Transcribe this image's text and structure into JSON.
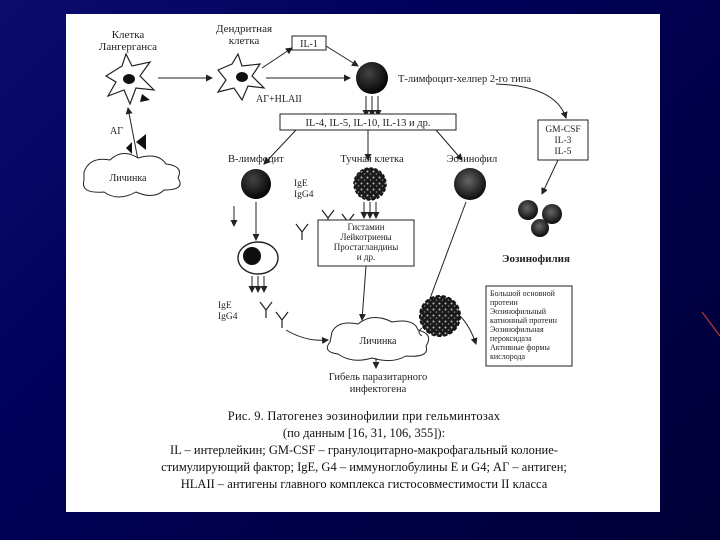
{
  "diagram": {
    "labels": {
      "langerhans": [
        "Клетка",
        "Лангерганса"
      ],
      "dendritic": [
        "Дендритная",
        "клетка"
      ],
      "il1": "IL-1",
      "th2": "Т-лимфоцит-хелпер 2-го типа",
      "ag_hlaii": "АГ+HLAII",
      "ag": "АГ",
      "larva": "Личинка",
      "cytokines": "IL-4, IL-5, IL-10, IL-13 и др.",
      "gmcsf": [
        "GM-CSF",
        "IL-3",
        "IL-5"
      ],
      "b_lymph": "В-лимфоцит",
      "mast": "Тучная клетка",
      "eosinophil": "Эозинофил",
      "ige_ig4": [
        "IgE",
        "IgG4"
      ],
      "mediators": [
        "Гистамин",
        "Лейкотриены",
        "Простагландины",
        "и др."
      ],
      "eosinophilia": "Эозинофилия",
      "ige_igg4_2": [
        "IgE",
        "IgG4"
      ],
      "larva2": "Личинка",
      "death": [
        "Гибель паразитарного",
        "инфектогена"
      ],
      "eos_products": [
        "Большой основной",
        "протеин",
        "Эозинофильный",
        "катионный протеин",
        "Эозинофильная",
        "пероксидаза",
        "Активные формы",
        "кислорода"
      ]
    },
    "caption": [
      "Рис. 9. Патогенез эозинофилии при гельминтозах",
      "(по данным [16, 31, 106, 355]):",
      "IL – интерлейкин; GM-CSF – гранулоцитарно-макрофагальный колоние-",
      "стимулирующий фактор; IgE, G4 – иммуноглобулины Е и G4; АГ – антиген;",
      "HLAII – антигены главного комплекса гистосовместимости II класса"
    ]
  }
}
